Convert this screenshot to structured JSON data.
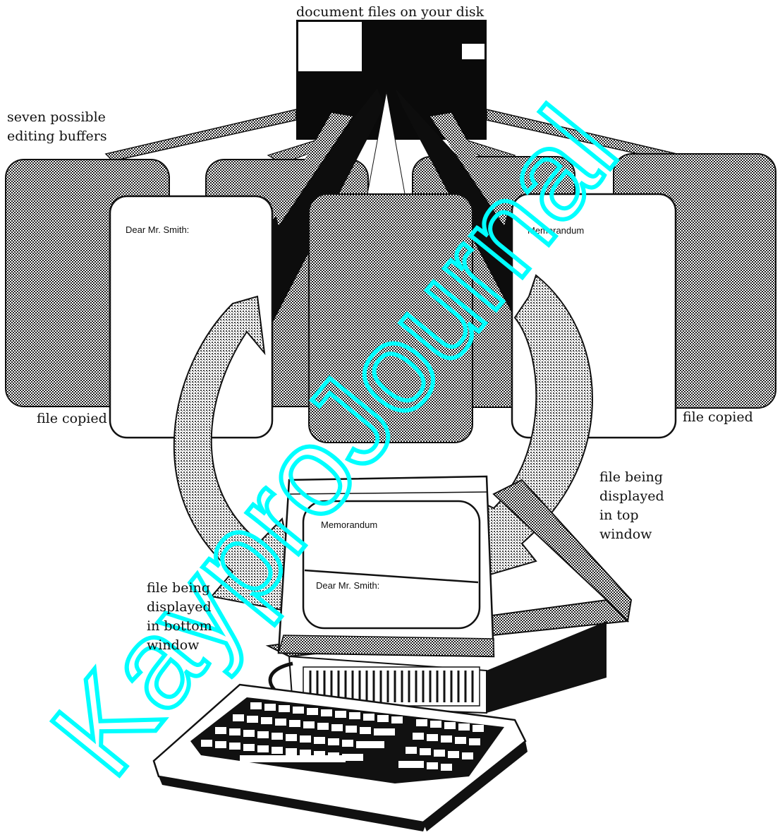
{
  "labels": {
    "disk_title": "document files on your disk",
    "buffers_line1": "seven possible",
    "buffers_line2": "editing buffers",
    "file_copied_left": "file copied",
    "file_copied_right": "file copied",
    "top_window": [
      "file being",
      "displayed",
      "in top",
      "window"
    ],
    "bottom_window": [
      "file being",
      "displayed",
      "in bottom",
      "window"
    ]
  },
  "documents": {
    "left_doc": "Dear Mr. Smith:",
    "right_doc": "Memorandum"
  },
  "screen": {
    "top_window_text": "Memorandum",
    "bottom_window_text": "Dear Mr. Smith:"
  },
  "watermark": "KayproJournal",
  "colors": {
    "ink": "#111111",
    "paper": "#ffffff",
    "watermark": "#00ffff"
  }
}
